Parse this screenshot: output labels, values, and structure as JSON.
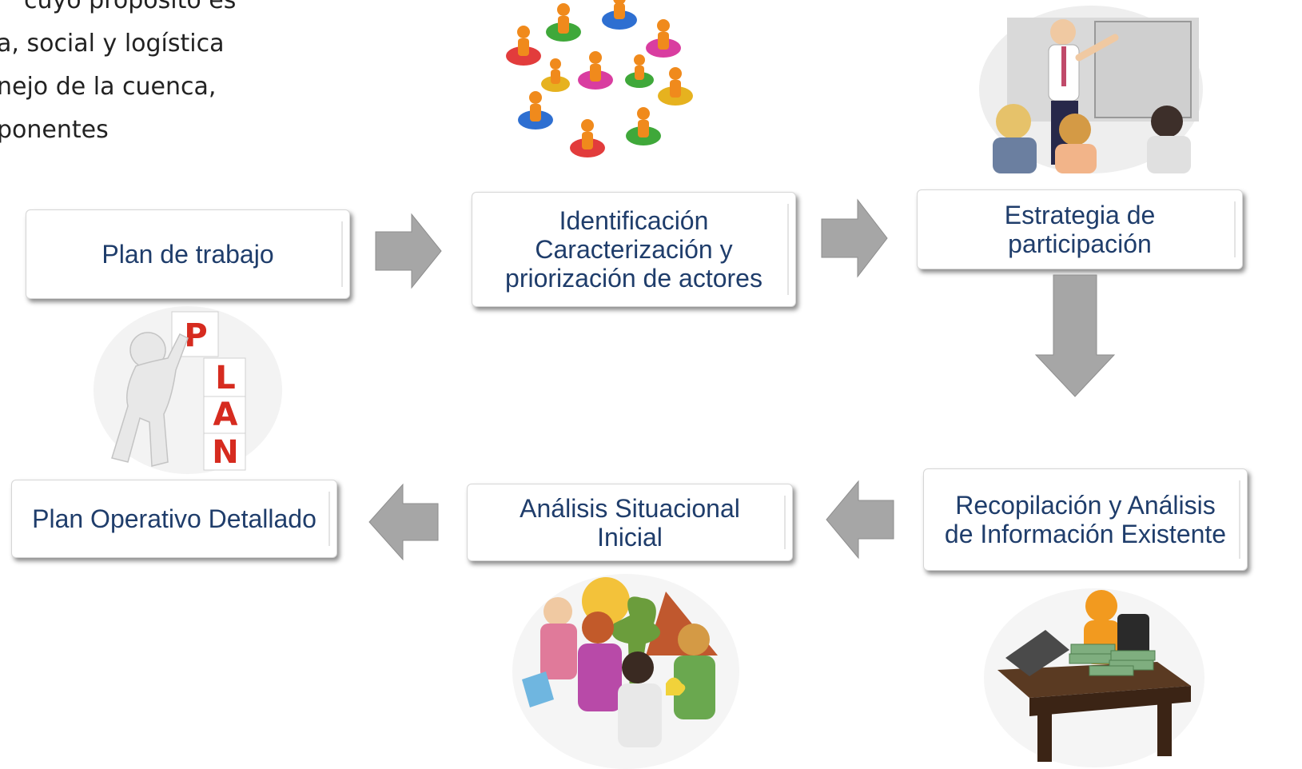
{
  "intro_text": {
    "line1": "cuyo propósito es",
    "line2": "a, social y logística",
    "line3": "nejo de la cuenca,",
    "line4": "ponentes"
  },
  "steps": {
    "plan_trabajo": "Plan de trabajo",
    "identificacion": "Identificación\nCaracterización y\npriorización de actores",
    "estrategia": "Estrategia de\nparticipación",
    "recopilacion": "Recopilación y Análisis\nde Información Existente",
    "analisis": "Análisis Situacional\nInicial",
    "plan_operativo": "Plan Operativo Detallado"
  },
  "plan_letters": [
    "P",
    "L",
    "A",
    "N"
  ],
  "colors": {
    "box_text": "#1f3d6b",
    "arrow_fill": "#a6a6a6",
    "plan_letters": "#d62b1f"
  }
}
